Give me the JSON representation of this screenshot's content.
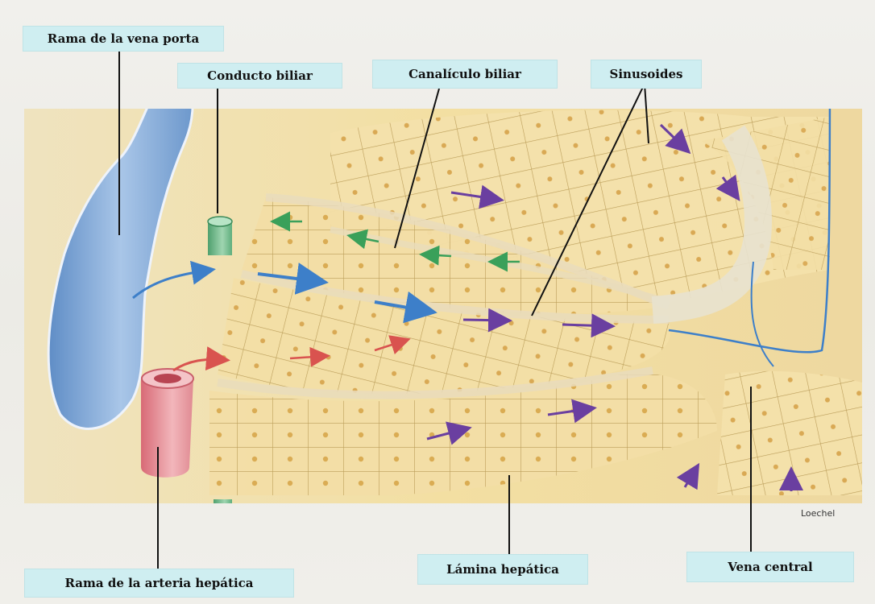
{
  "labels": {
    "portal_vein_branch": "Rama de la vena porta",
    "bile_duct": "Conducto biliar",
    "bile_canaliculus": "Canalículo biliar",
    "sinusoids": "Sinusoides",
    "hepatic_artery_branch": "Rama de la arteria hepática",
    "hepatic_plate": "Lámina hepática",
    "central_vein": "Vena central"
  },
  "credit": "Loechel",
  "colors": {
    "label_background": "#cfeef1",
    "hepatocyte": "#f2dda0",
    "portal_vein": "#8fb3dc",
    "hepatic_artery": "#e48a92",
    "bile_duct": "#6fb88a",
    "blood_flow_arrow": "#3d7fc9",
    "arterial_arrow": "#d9534f",
    "bile_arrow": "#3aa05a",
    "sinusoid_arrow": "#6a3fa0"
  },
  "icons": [
    "flow-arrow-icon"
  ]
}
